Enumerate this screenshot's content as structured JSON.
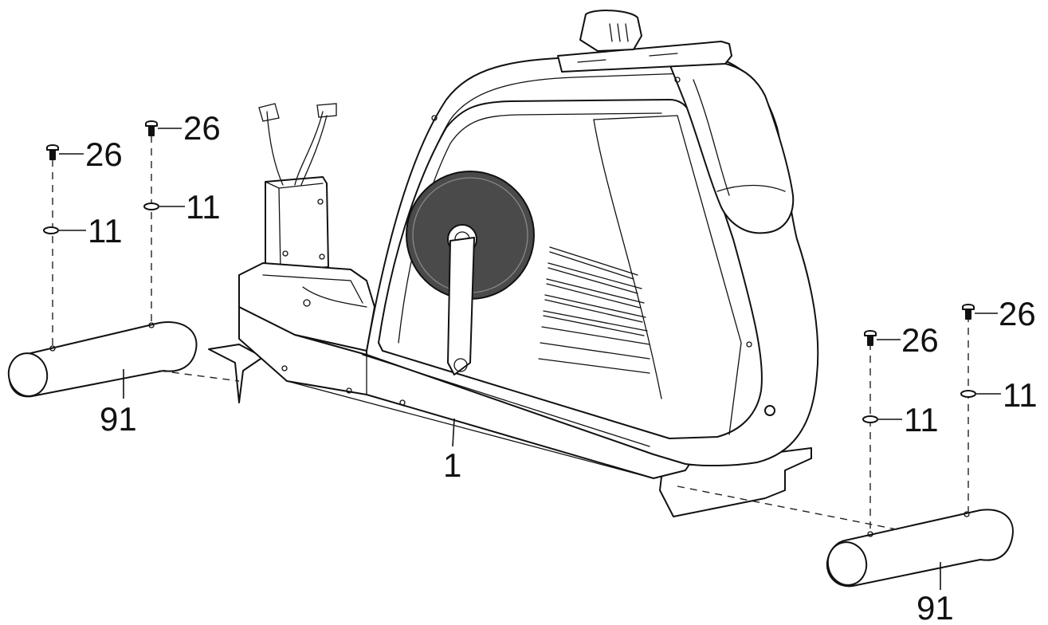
{
  "diagram": {
    "part_labels": [
      {
        "id": "screw-left-front",
        "text": "26"
      },
      {
        "id": "screw-left-rear",
        "text": "26"
      },
      {
        "id": "washer-left-rear",
        "text": "11"
      },
      {
        "id": "washer-left-front",
        "text": "11"
      },
      {
        "id": "stabilizer-left",
        "text": "91"
      },
      {
        "id": "main-frame",
        "text": "1"
      },
      {
        "id": "screw-right-rear",
        "text": "26"
      },
      {
        "id": "screw-right-front",
        "text": "26"
      },
      {
        "id": "washer-right-rear",
        "text": "11"
      },
      {
        "id": "washer-right-front",
        "text": "11"
      },
      {
        "id": "stabilizer-right",
        "text": "91"
      }
    ]
  }
}
